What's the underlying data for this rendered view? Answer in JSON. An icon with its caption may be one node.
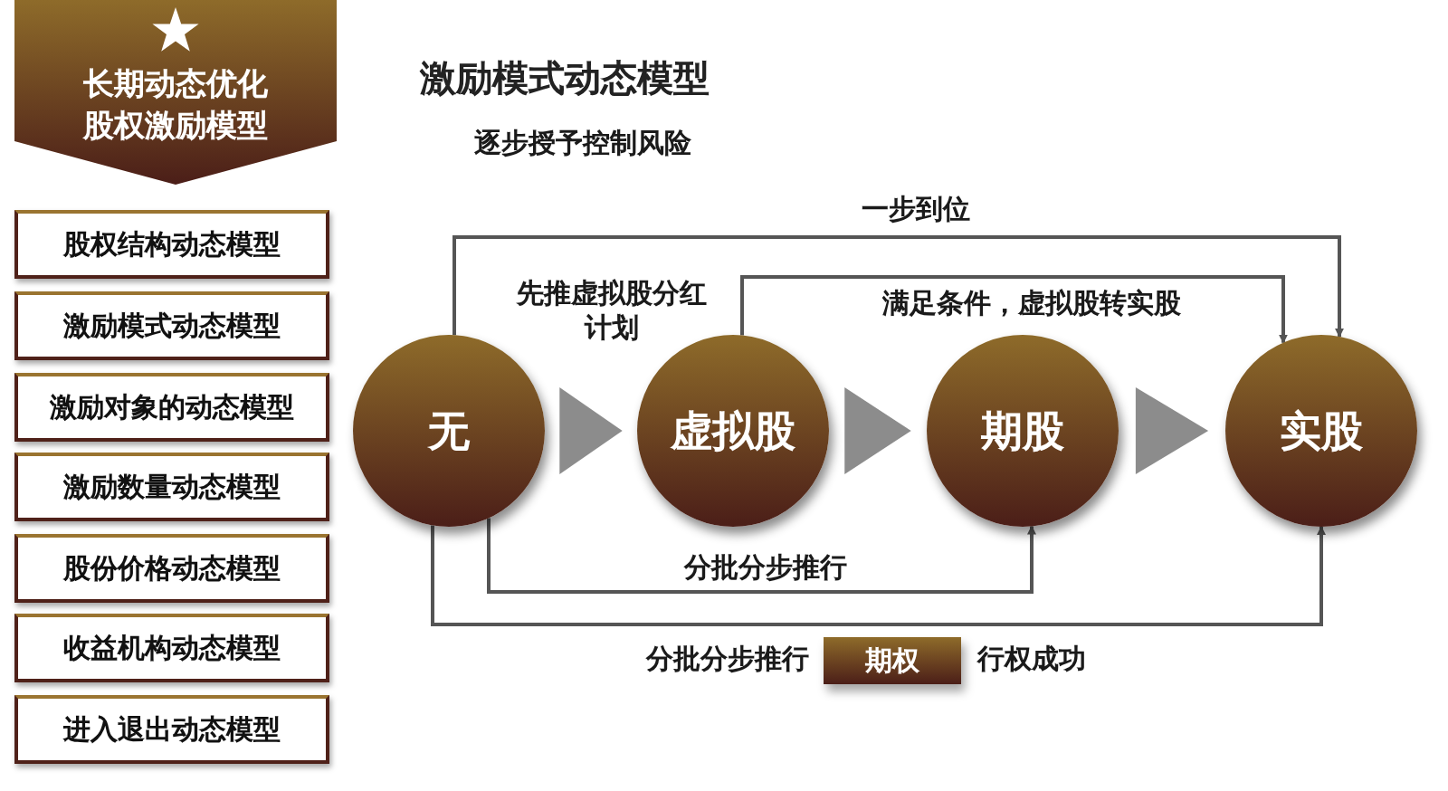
{
  "diagram": {
    "title": "激励模式动态模型",
    "nodes": [
      {
        "text": [
          "长期动态优化股权激励模型"
        ]
      },
      {
        "text": [
          "股权结构动态模型"
        ]
      },
      {
        "text": [
          "激励模式动态模型"
        ]
      },
      {
        "text": [
          "激励对象的动态模型"
        ]
      },
      {
        "text": [
          "激励数量动态模型"
        ]
      },
      {
        "text": [
          "股份价格动态模型"
        ]
      },
      {
        "text": [
          "收益机构动态模型"
        ]
      },
      {
        "text": [
          "进入退出动态模型"
        ]
      },
      {
        "text": [
          "无"
        ]
      },
      {
        "text": [
          "虚拟股"
        ]
      },
      {
        "text": [
          "期股"
        ]
      },
      {
        "text": [
          "实股"
        ]
      },
      {
        "text": [
          "期权"
        ],
        "beside": [
          "分批分步推行",
          "行权成功"
        ]
      }
    ],
    "edges": [
      {
        "from": 8,
        "to": 11,
        "arrow": "to",
        "label": "一步到位"
      },
      {
        "from": 9,
        "to": 11,
        "arrow": "to",
        "label": "满足条件，虚拟股转实股"
      },
      {
        "from": 8,
        "to": 9,
        "arrow": "to"
      },
      {
        "from": 9,
        "to": 10,
        "arrow": "to"
      },
      {
        "from": 10,
        "to": 11,
        "arrow": "to"
      },
      {
        "from": 8,
        "to": 10,
        "arrow": "to",
        "label": "分批分步推行"
      },
      {
        "from": 8,
        "to": 11,
        "arrow": "to"
      }
    ],
    "labels": [
      "逐步授予控制风险",
      "先推虚拟股分红计划"
    ]
  }
}
